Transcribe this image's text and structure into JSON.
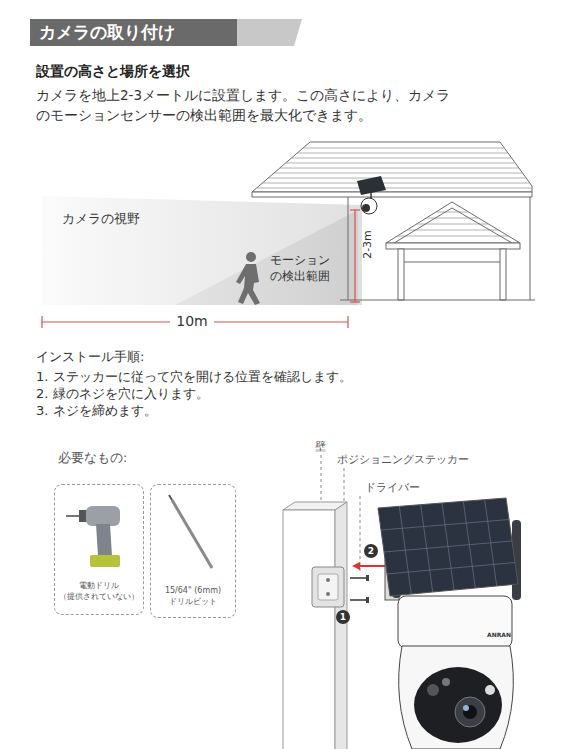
{
  "diagram": {
    "nodes": [
      {
        "text": [
          "カメラの取り付け"
        ]
      },
      {
        "text": [
          "電動ドリル （提供されていない）"
        ]
      },
      {
        "text": [
          "15/64\" (6mm) ドリルビット"
        ]
      },
      {
        "text": [
          "2"
        ]
      },
      {
        "text": [
          "1"
        ]
      }
    ],
    "labels": [
      "設置の高さと場所を選択",
      "カメラを地上2-3メートルに設置します。この高さにより、カメラ のモーションセンサーの検出範囲を最大化できます。",
      "カメラの視野",
      "モーション の検出範囲",
      "2-3m",
      "10m",
      "インストール手順:",
      "1. ステッカーに従って穴を開ける位置を確認します。",
      "2. 緑のネジを穴に入ります。",
      "3. ネジを締めます。",
      "必要なもの:",
      "壁",
      "ポジショニングステッカー",
      "ドライバー",
      "ANRAN"
    ]
  }
}
